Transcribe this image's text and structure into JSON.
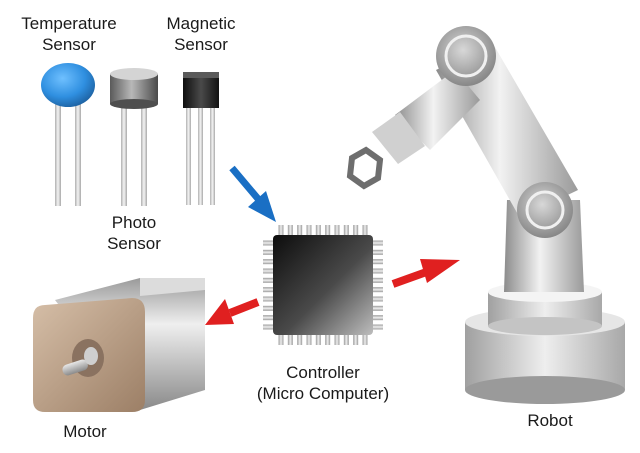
{
  "labels": {
    "temperature_sensor": [
      "Temperature",
      "Sensor"
    ],
    "magnetic_sensor": [
      "Magnetic",
      "Sensor"
    ],
    "photo_sensor": [
      "Photo",
      "Sensor"
    ],
    "controller": [
      "Controller",
      "(Micro Computer)"
    ],
    "motor": "Motor",
    "robot": "Robot"
  },
  "colors": {
    "temperature_sensor_head": "#2f8fe0",
    "photo_sensor_head": "#7a7a7a",
    "magnetic_sensor_head": "#1f1f1f",
    "chip_body": "#2a2a2a",
    "arrow_input": "#1a6fc4",
    "arrow_output": "#e02020",
    "motor_face": "#b89a80",
    "robot_body": "#b8b8b8"
  },
  "connections": [
    {
      "from": "sensors",
      "to": "controller",
      "color": "blue"
    },
    {
      "from": "controller",
      "to": "robot",
      "color": "red"
    },
    {
      "from": "controller",
      "to": "motor",
      "color": "red"
    }
  ]
}
